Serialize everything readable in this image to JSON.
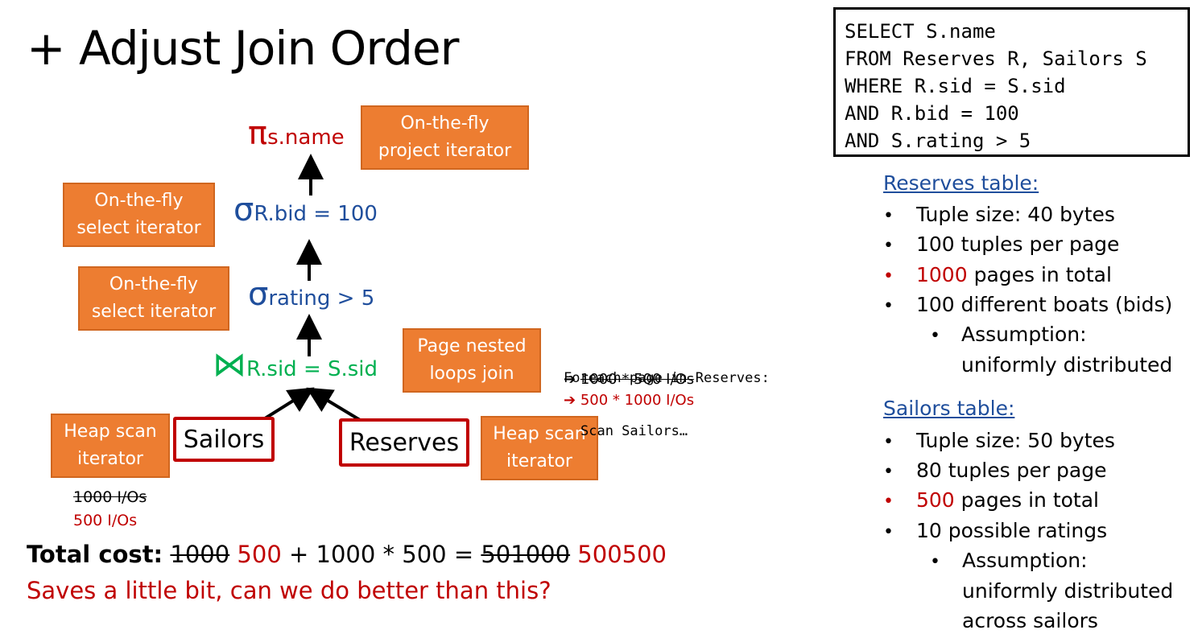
{
  "title": "+ Adjust Join Order",
  "sql": [
    "SELECT S.name",
    "FROM Reserves R, Sailors S",
    "WHERE R.sid = S.sid",
    "AND R.bid = 100",
    "AND S.rating > 5"
  ],
  "plan": {
    "project": {
      "symbol": "π",
      "sub": "s.name",
      "box": "On-the-fly\nproject iterator"
    },
    "select_bid": {
      "symbol": "σ",
      "sub": "R.bid = 100",
      "box": "On-the-fly\nselect iterator"
    },
    "select_rating": {
      "symbol": "σ",
      "sub": "rating > 5",
      "box": "On-the-fly\nselect iterator"
    },
    "join": {
      "symbol": "⋈",
      "sub": "R.sid = S.sid",
      "box": "Page nested\nloops join"
    },
    "left": {
      "label": "Sailors",
      "box": "Heap scan\niterator"
    },
    "right": {
      "label": "Reserves",
      "box": "Heap scan\niterator"
    }
  },
  "foreach": {
    "line1": "Foreach page in Reserves:",
    "line2": "Scan Sailors…",
    "old_cost": "1000 * 500 I/Os",
    "new_cost": "500 * 1000 I/Os",
    "arrow": "➔"
  },
  "scan_cost": {
    "old": "1000 I/Os",
    "new": "500 I/Os"
  },
  "total": {
    "label": "Total cost:",
    "old1": "1000",
    "new1": "500",
    "mid": "+ 1000 * 500 =",
    "old2": "501000",
    "new2": "500500"
  },
  "saves": "Saves a little bit, can we do better than this?",
  "reserves": {
    "heading": "Reserves table:",
    "items": [
      {
        "pre": "",
        "hl": "",
        "text": "Tuple size: 40 bytes"
      },
      {
        "pre": "",
        "hl": "",
        "text": "100 tuples per page"
      },
      {
        "pre": "",
        "hl": "1000",
        "text": " pages in total"
      },
      {
        "pre": "",
        "hl": "",
        "text": "100 different boats (bids)"
      }
    ],
    "sub_items": [
      "Assumption:",
      "uniformly distributed"
    ]
  },
  "sailors": {
    "heading": "Sailors table:",
    "items": [
      {
        "hl": "",
        "text": "Tuple size: 50 bytes"
      },
      {
        "hl": "",
        "text": "80 tuples per page"
      },
      {
        "hl": "500",
        "text": " pages in total"
      },
      {
        "hl": "",
        "text": "10 possible ratings"
      }
    ],
    "sub_items": [
      "Assumption:",
      "uniformly distributed",
      "across sailors"
    ]
  },
  "bullet": "•",
  "colors": {
    "orange": "#ED7D31",
    "red": "#C00000",
    "blue": "#1F4E9C",
    "green": "#00B050"
  }
}
